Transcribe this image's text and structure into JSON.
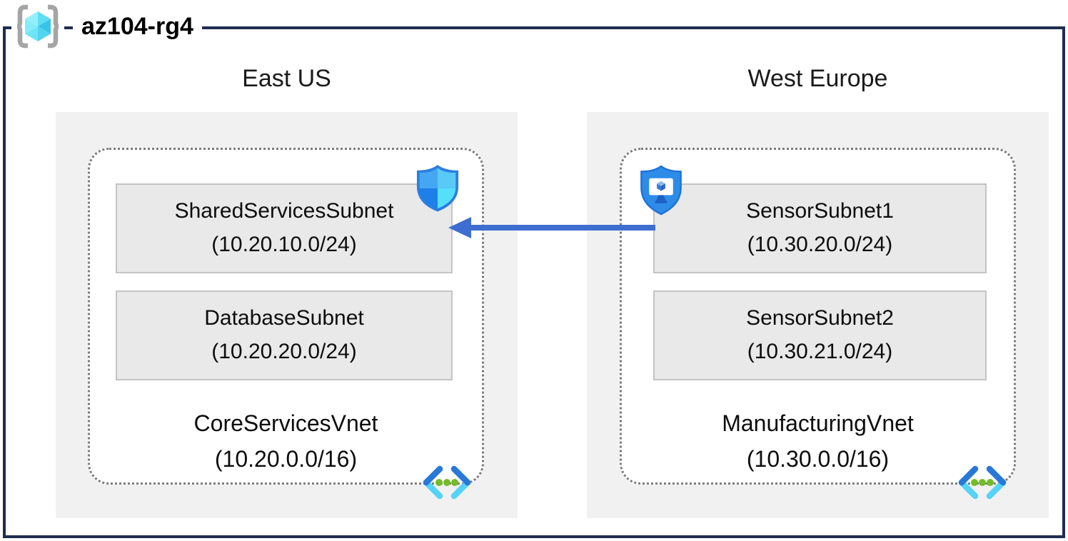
{
  "resource_group": {
    "name": "az104-rg4"
  },
  "regions": [
    {
      "name": "East US",
      "vnet": {
        "name": "CoreServicesVnet",
        "cidr": "(10.20.0.0/16)"
      },
      "subnets": [
        {
          "name": "SharedServicesSubnet",
          "cidr": "(10.20.10.0/24)",
          "badge": "network-security-group"
        },
        {
          "name": "DatabaseSubnet",
          "cidr": "(10.20.20.0/24)",
          "badge": ""
        }
      ]
    },
    {
      "name": "West Europe",
      "vnet": {
        "name": "ManufacturingVnet",
        "cidr": "(10.30.0.0/16)"
      },
      "subnets": [
        {
          "name": "SensorSubnet1",
          "cidr": "(10.30.20.0/24)",
          "badge": "application-security-group"
        },
        {
          "name": "SensorSubnet2",
          "cidr": "(10.30.21.0/24)",
          "badge": ""
        }
      ]
    }
  ],
  "connection": {
    "from": "SensorSubnet1",
    "to": "SharedServicesSubnet",
    "direction": "right-to-left",
    "color": "#3E6ECF"
  },
  "icons": {
    "resource_group": "resource-group-brackets-cube",
    "nsg_badge": "defender-shield-quadrants",
    "asg_badge": "shield-with-monitor-cube",
    "vnet_glyph": "angle-brackets-three-green-dots"
  },
  "colors": {
    "frame_border": "#1F2D50",
    "region_fill": "#F1F1F1",
    "subnet_fill": "#E9E9E9",
    "subnet_border": "#C4C4C4",
    "vnet_dotted_border": "#7C7C7C",
    "arrow_blue": "#3E6ECF",
    "azure_blue": "#2E8CE9",
    "azure_cyan": "#55DFFB",
    "vnet_dot_green": "#72BC28"
  }
}
